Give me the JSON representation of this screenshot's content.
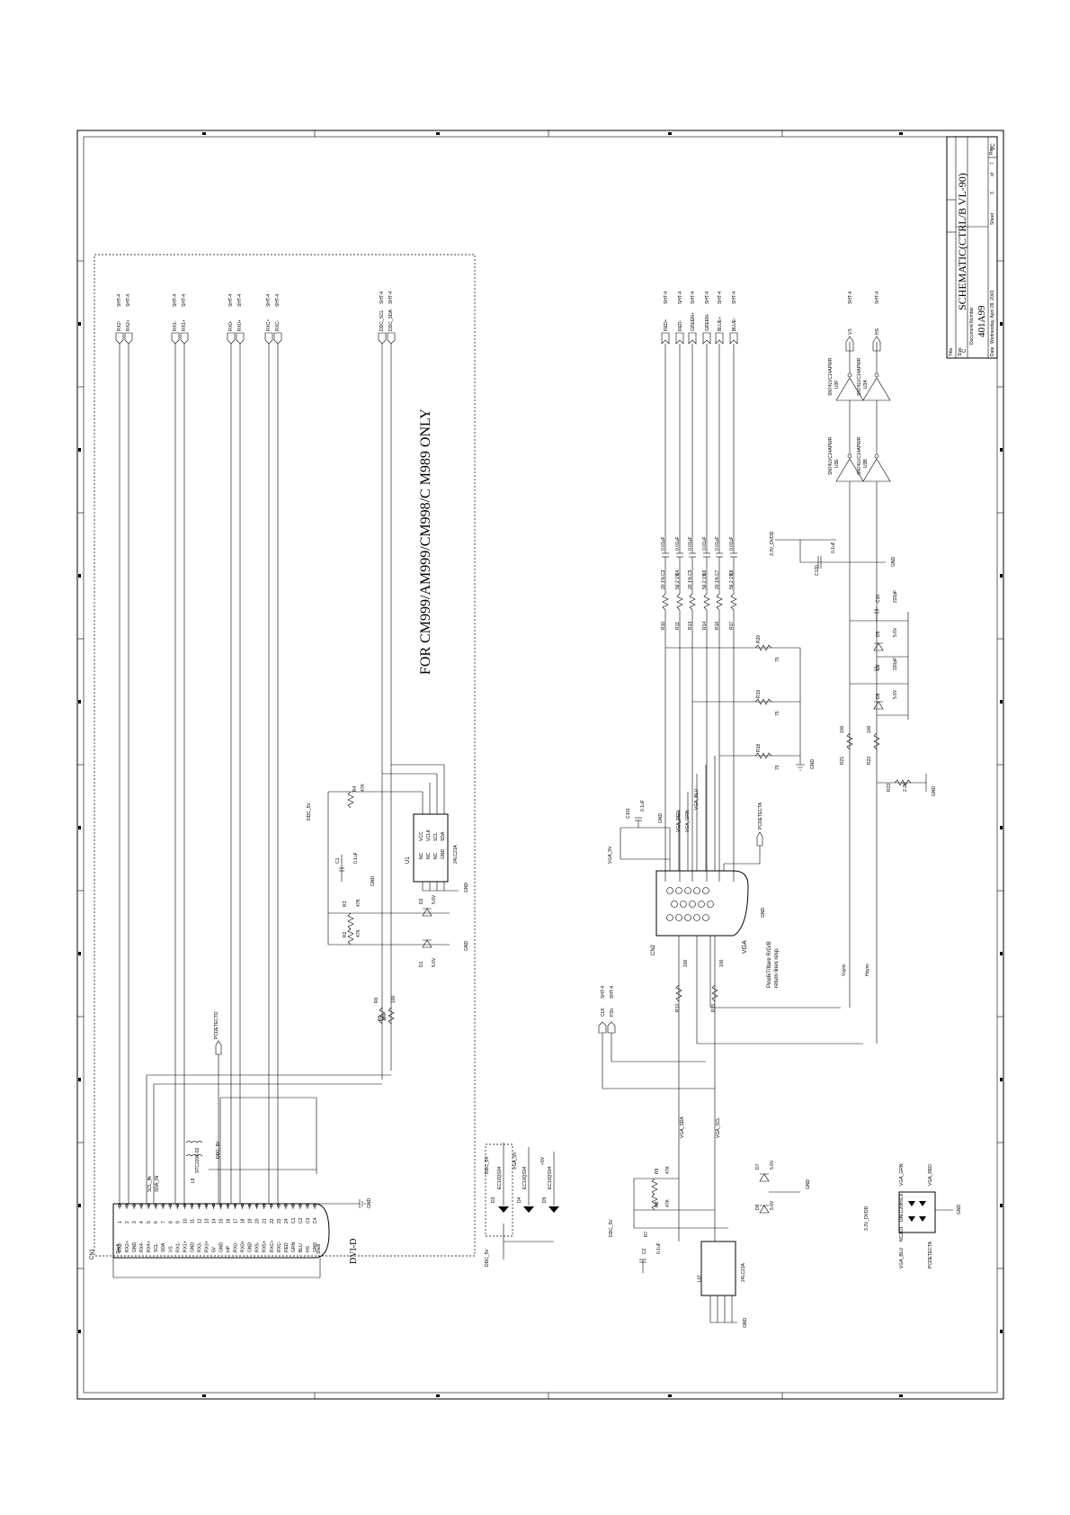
{
  "title_block": {
    "title_label": "Title",
    "title": "SCHEMATIC(CTRL/B VL-90)",
    "size_label": "Size",
    "size": "C",
    "doc_label": "Document Number",
    "doc_number": "401A99",
    "rev_label": "Rev",
    "rev": "1C",
    "date_label": "Date",
    "date": "Wednesday, April 09, 2003",
    "sheet_label": "Sheet",
    "sheet_no": "3",
    "of_label": "of",
    "sheet_total": "7"
  },
  "notes": {
    "model_note": "FOR CM999/AM999/CM998/C    M989 ONLY",
    "pins_note_1": "Pins6/7/8are R/G/B",
    "pins_note_2": "return lines resp."
  },
  "dvi": {
    "ref": "CN1",
    "name": "DVI-D",
    "shell": "Shell",
    "pins": [
      "RX2-",
      "RX2+",
      "GND",
      "RX4-",
      "RX4+",
      "SCL",
      "SDA",
      "VS",
      "RX1-",
      "RX1+",
      "GND",
      "RX3-",
      "RX3+",
      "5V",
      "GND",
      "HP",
      "RX0-",
      "RX0+",
      "GND",
      "RX5-",
      "RX5+",
      "RXC+",
      "RXC-",
      "RED",
      "GRN",
      "BLU",
      "HS",
      "GND"
    ],
    "pin_numbers": [
      "1",
      "2",
      "3",
      "4",
      "5",
      "6",
      "7",
      "8",
      "9",
      "10",
      "11",
      "12",
      "13",
      "14",
      "15",
      "16",
      "17",
      "18",
      "19",
      "20",
      "21",
      "22",
      "23",
      "24",
      "C1",
      "C2",
      "C3",
      "C4"
    ]
  },
  "tmds_nets": [
    {
      "a": "RX2-",
      "b": "RX2+",
      "sheet": "SHT-4"
    },
    {
      "a": "RX1-",
      "b": "RX1+",
      "sheet": "SHT-4"
    },
    {
      "a": "RX0-",
      "b": "RX0+",
      "sheet": "SHT-4"
    },
    {
      "a": "RXC+",
      "b": "RXC-",
      "sheet": "SHT-4"
    },
    {
      "a": "DDC_SCL",
      "b": "DDC_SDA",
      "sheet": "SHT-4"
    }
  ],
  "dvi_side": {
    "l8": "L8",
    "l8_part": "STC2206-02",
    "ddc5v": "DDC_5V",
    "scl_in": "SCL_IN",
    "sda_in": "SDA_IN",
    "dvi_detect": "PCDETECTD",
    "u1": "U1",
    "u1_part": "24LC21A",
    "u1_pins": [
      "NC",
      "NC",
      "NC",
      "GND",
      "VCC",
      "VCLK",
      "SCL",
      "SDA"
    ],
    "r4": "R4",
    "r4v": "47K",
    "c1": "C1",
    "c1v": "0.1uF",
    "r3": "R3",
    "r3v": "47K",
    "r2": "R2",
    "r2v": "47K",
    "d1": "D1",
    "d1v": "5.6V",
    "d2": "D2",
    "d2v": "5.6V",
    "r5": "R5",
    "r5v": "100",
    "r6": "R6",
    "r6v": "100",
    "gnd": "GND"
  },
  "esd_block": {
    "items": [
      "D3",
      "D4",
      "D5"
    ],
    "part": "EC10QS04",
    "rails": [
      "DDC_5V",
      "VGA_5V",
      "+5V"
    ]
  },
  "vga_side": {
    "cn2": "CN2",
    "vga_label": "VGA",
    "vga5v": "VGA_5V",
    "c101": "C101",
    "c101v": "0.1uF",
    "vga_red": "VGA_RED",
    "vga_grn": "VGA_GRN",
    "vga_blu": "VGA_BLU",
    "pcdetecta": "PCDETECTA",
    "clk": "CLK",
    "fsh": "FSh",
    "sheet": "SHT-4",
    "r12": "R12",
    "r12v": "100",
    "r15": "R15",
    "r15v": "100",
    "vsync": "Vsync",
    "hsync": "Hsync",
    "vga_sda": "VGA_SDA",
    "vga_scl": "VGA_SCL",
    "ddc5v": "DDC_5V",
    "u2": "U2",
    "u2_part": "24LC21A",
    "c2": "C2",
    "c2v": "0.1uF",
    "r7": "R7",
    "r8": "R8",
    "r8v": "47K",
    "r9": "R9",
    "r9v": "47K",
    "d6": "D6",
    "d6v": "5.6V",
    "d7": "D7",
    "d7v": "5.6V",
    "gnd": "GND"
  },
  "rgb": {
    "rows": [
      {
        "r": "R10",
        "rv": "20.1%",
        "c": "C3",
        "cv": "0.01uF",
        "net": "RED+"
      },
      {
        "r": "R11",
        "rv": "56.2 1%",
        "c": "C4",
        "cv": "0.01uF",
        "net": "RED-"
      },
      {
        "r": "R13",
        "rv": "20 1%",
        "c": "C5",
        "cv": "0.01uF",
        "net": "GREEN+"
      },
      {
        "r": "R14",
        "rv": "56.2 1%",
        "c": "C6",
        "cv": "0.01uF",
        "net": "GREEN-"
      },
      {
        "r": "R16",
        "rv": "20 1%",
        "c": "C7",
        "cv": "0.01uF",
        "net": "BLUE+"
      },
      {
        "r": "R17",
        "rv": "56.2 1%",
        "c": "C8",
        "cv": "0.01uF",
        "net": "BLUE-"
      }
    ],
    "sheet": "SHT-4",
    "terms": [
      {
        "r": "R20",
        "v": "75"
      },
      {
        "r": "R19",
        "v": "75"
      },
      {
        "r": "R18",
        "v": "75"
      }
    ],
    "gnd": "GND"
  },
  "sync": {
    "pwr": "3.3V_DVDD",
    "c120": "C120",
    "c120v": "0.1uF",
    "gates": [
      {
        "ref": "U3E",
        "part": "SN74LVC14APWR"
      },
      {
        "ref": "U3F",
        "part": "SN74LVC14APWR"
      },
      {
        "ref": "U3B",
        "part": "SN74LVC14APWR"
      },
      {
        "ref": "U3A",
        "part": "SN74LVC14APWR"
      }
    ],
    "vs": "VS",
    "hs": "HS",
    "sheet": "SHT-4",
    "c10": "C10",
    "c10v": "220pF",
    "c9": "C9",
    "c9v": "220pF",
    "d9": "D9",
    "d9v": "5.6V",
    "d8": "D8",
    "d8v": "5.6V",
    "r21": "R21",
    "r21v": "100",
    "r22": "R22",
    "r22v": "100",
    "r23": "R23",
    "r23v": "2.2K",
    "gnd": "GND"
  },
  "rclamp": {
    "ref": "NCZD1",
    "part": "DALC208SC6",
    "pwr": "3.3V_DVDD",
    "nets": [
      "VGA_BLU",
      "VGA_GRN",
      "VGA_RED",
      "PCDETECTA"
    ],
    "gnd": "GND"
  }
}
